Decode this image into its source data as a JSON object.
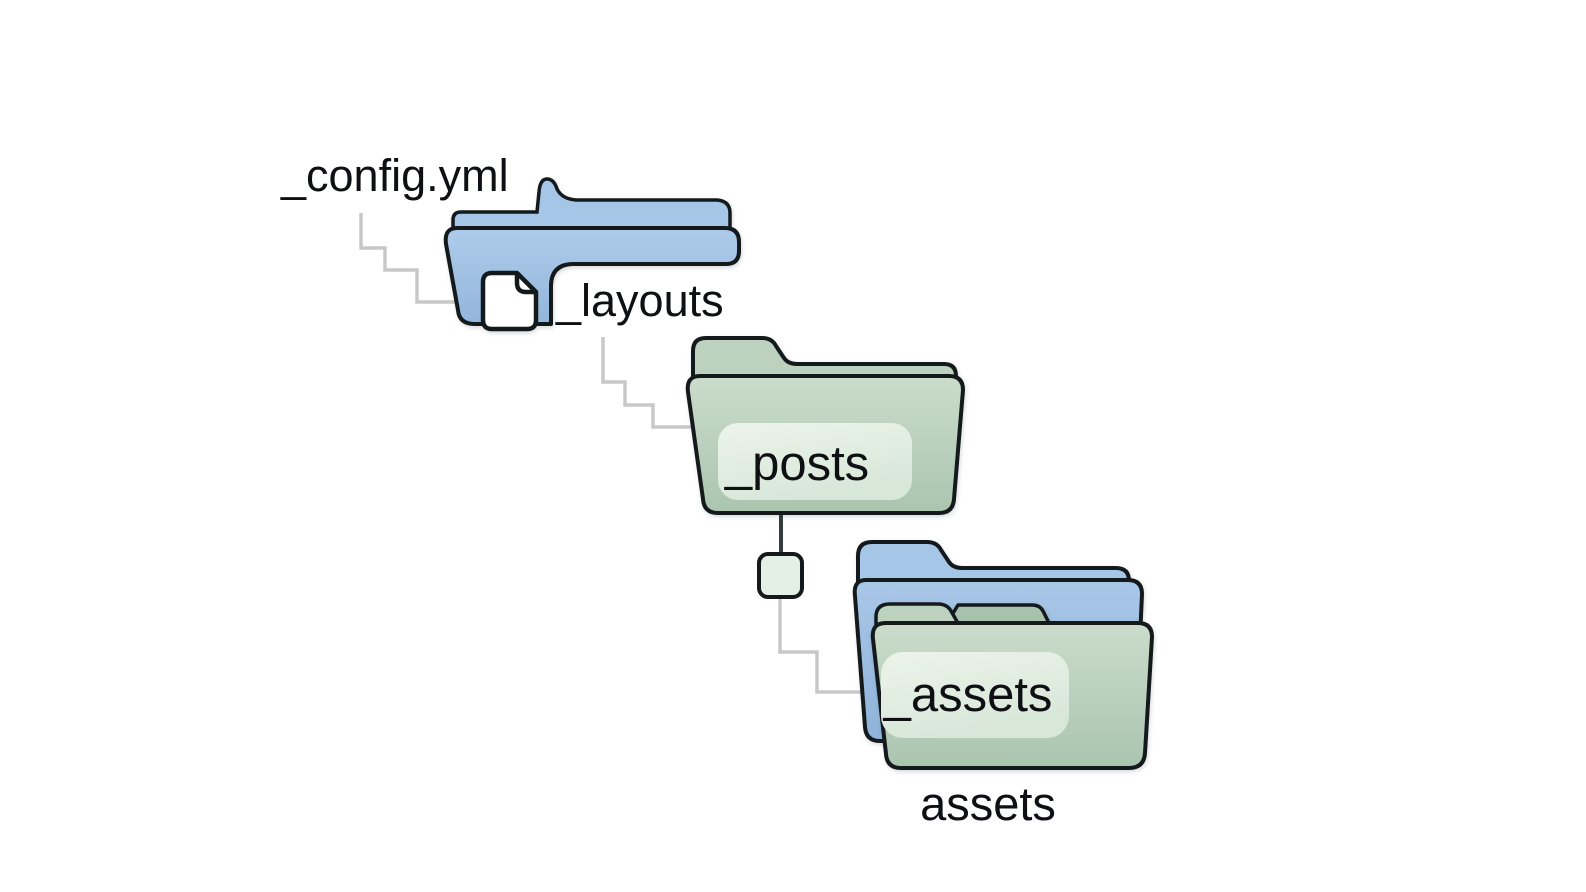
{
  "diagram": {
    "kind": "folder-structure-diagram",
    "background": "#ffffff",
    "nodes": [
      {
        "id": "config",
        "label": "_config.yml",
        "type": "file",
        "icon": "document-icon"
      },
      {
        "id": "layouts",
        "label": "_layouts",
        "type": "folder",
        "color": "blue",
        "icon": "folder-icon"
      },
      {
        "id": "posts",
        "label": "_posts",
        "type": "folder",
        "color": "green",
        "icon": "folder-icon"
      },
      {
        "id": "assets-private",
        "label": "_assets",
        "type": "folder-stack",
        "colors": [
          "blue",
          "green"
        ],
        "icon": "folder-icon"
      },
      {
        "id": "assets",
        "label": "assets",
        "type": "caption"
      }
    ],
    "edges": [
      {
        "from": "config",
        "to": "layouts-document-icon",
        "style": "stepped",
        "color": "#c8c8c8"
      },
      {
        "from": "layouts",
        "to": "posts",
        "style": "stepped",
        "color": "#c8c8c8"
      },
      {
        "from": "posts",
        "to": "connector-square",
        "style": "solid",
        "color": "#353a3d"
      },
      {
        "from": "connector-square",
        "to": "assets-private",
        "style": "stepped",
        "color": "#c8c8c8"
      }
    ],
    "colors": {
      "folder_blue": "#9fc0e4",
      "folder_blue_flap": "#a6c6e8",
      "folder_green": "#bfd5c2",
      "folder_green_flap": "#bcd2bf",
      "folder_green_tab": "#a7c2ac",
      "label_chip_green": "#e6f1e5",
      "connector_square": "#e4f0e5",
      "outline": "#141a1c",
      "line_gray": "#c8c8c8",
      "line_dark": "#353a3d",
      "text": "#0e1013"
    }
  },
  "labels": {
    "config": "_config.yml",
    "layouts": "_layouts",
    "posts": "_posts",
    "assets_private": "_assets",
    "assets": "assets"
  }
}
